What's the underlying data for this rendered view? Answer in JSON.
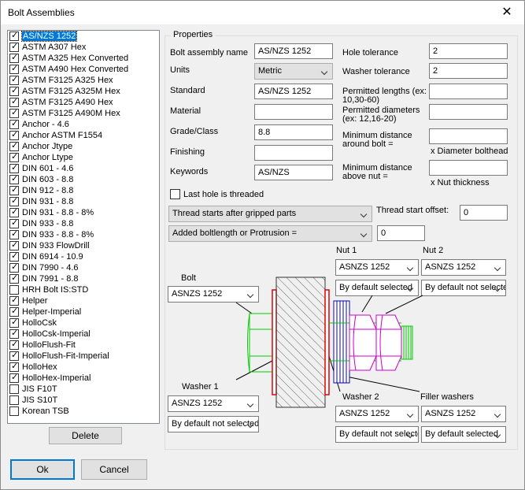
{
  "window": {
    "title": "Bolt Assemblies",
    "close_glyph": "✕"
  },
  "assembly_list": [
    {
      "label": "AS/NZS 1252",
      "checked": true,
      "selected": true
    },
    {
      "label": "ASTM A307 Hex",
      "checked": true
    },
    {
      "label": "ASTM A325 Hex Converted",
      "checked": true
    },
    {
      "label": "ASTM A490 Hex Converted",
      "checked": true
    },
    {
      "label": "ASTM F3125 A325 Hex",
      "checked": true
    },
    {
      "label": "ASTM F3125 A325M Hex",
      "checked": true
    },
    {
      "label": "ASTM F3125 A490 Hex",
      "checked": true
    },
    {
      "label": "ASTM F3125 A490M Hex",
      "checked": true
    },
    {
      "label": "Anchor - 4.6",
      "checked": true
    },
    {
      "label": "Anchor ASTM F1554",
      "checked": true
    },
    {
      "label": "Anchor Jtype",
      "checked": true
    },
    {
      "label": "Anchor Ltype",
      "checked": true
    },
    {
      "label": "DIN 601 - 4.6",
      "checked": true
    },
    {
      "label": "DIN 603 - 8.8",
      "checked": true
    },
    {
      "label": "DIN 912 - 8.8",
      "checked": true
    },
    {
      "label": "DIN 931 - 8.8",
      "checked": true
    },
    {
      "label": "DIN 931 - 8.8 - 8%",
      "checked": true
    },
    {
      "label": "DIN 933 - 8.8",
      "checked": true
    },
    {
      "label": "DIN 933 - 8.8 - 8%",
      "checked": true
    },
    {
      "label": "DIN 933 FlowDrill",
      "checked": true
    },
    {
      "label": "DIN 6914 - 10.9",
      "checked": true
    },
    {
      "label": "DIN 7990 - 4.6",
      "checked": true
    },
    {
      "label": "DIN 7991 - 8.8",
      "checked": true
    },
    {
      "label": "HRH Bolt IS:STD",
      "checked": false
    },
    {
      "label": "Helper",
      "checked": true
    },
    {
      "label": "Helper-Imperial",
      "checked": true
    },
    {
      "label": "HolloCsk",
      "checked": true
    },
    {
      "label": "HolloCsk-Imperial",
      "checked": true
    },
    {
      "label": "HolloFlush-Fit",
      "checked": true
    },
    {
      "label": "HolloFlush-Fit-Imperial",
      "checked": true
    },
    {
      "label": "HolloHex",
      "checked": true
    },
    {
      "label": "HolloHex-Imperial",
      "checked": true
    },
    {
      "label": "JIS F10T",
      "checked": false
    },
    {
      "label": "JIS S10T",
      "checked": false
    },
    {
      "label": "Korean TSB",
      "checked": false
    }
  ],
  "buttons": {
    "delete": "Delete",
    "ok": "Ok",
    "cancel": "Cancel"
  },
  "properties": {
    "group_title": "Properties",
    "bolt_assembly_name_label": "Bolt assembly name",
    "bolt_assembly_name": "AS/NZS 1252",
    "units_label": "Units",
    "units": "Metric",
    "standard_label": "Standard",
    "standard": "AS/NZS 1252",
    "material_label": "Material",
    "material": "",
    "grade_label": "Grade/Class",
    "grade": "8.8",
    "finishing_label": "Finishing",
    "finishing": "",
    "keywords_label": "Keywords",
    "keywords": "AS/NZS",
    "hole_tolerance_label": "Hole tolerance",
    "hole_tolerance": "2",
    "washer_tolerance_label": "Washer tolerance",
    "washer_tolerance": "2",
    "permitted_lengths_label_1": "Permitted lengths (ex:",
    "permitted_lengths_label_2": "10,30-60)",
    "permitted_lengths": "",
    "permitted_diameters_label_1": "Permitted diameters",
    "permitted_diameters_label_2": "(ex: 12,16-20)",
    "permitted_diameters": "",
    "min_dist_bolt_label_1": "Minimum distance",
    "min_dist_bolt_label_2": "around bolt =",
    "min_dist_bolt": "",
    "diameter_bolthead_suffix": "x Diameter bolthead",
    "min_dist_nut_label_1": "Minimum distance",
    "min_dist_nut_label_2": "above nut =",
    "min_dist_nut": "",
    "nut_thickness_suffix": "x Nut thickness",
    "last_hole_threaded_label": "Last hole is threaded",
    "thread_starts": "Thread starts after gripped parts",
    "thread_start_offset_label": "Thread start offset:",
    "thread_start_offset": "0",
    "added_boltlength": "Added boltlength or Protrusion =",
    "added_boltlength_value": "0"
  },
  "diagram": {
    "bolt_label": "Bolt",
    "bolt_value": "ASNZS 1252",
    "nut1_label": "Nut 1",
    "nut1_value": "ASNZS 1252",
    "nut1_option": "By default selected",
    "nut2_label": "Nut 2",
    "nut2_value": "ASNZS 1252",
    "nut2_option": "By default not selected",
    "washer1_label": "Washer 1",
    "washer1_value": "ASNZS 1252",
    "washer1_option": "By default not selected",
    "washer2_label": "Washer 2",
    "washer2_value": "ASNZS 1252",
    "washer2_option": "By default not selected",
    "filler_label": "Filler washers",
    "filler_value": "ASNZS 1252",
    "filler_option": "By default selected",
    "colors": {
      "bolt": "#00cc00",
      "washer": "#e00000",
      "nut": "#cc00cc",
      "filler": "#0000cc"
    }
  }
}
